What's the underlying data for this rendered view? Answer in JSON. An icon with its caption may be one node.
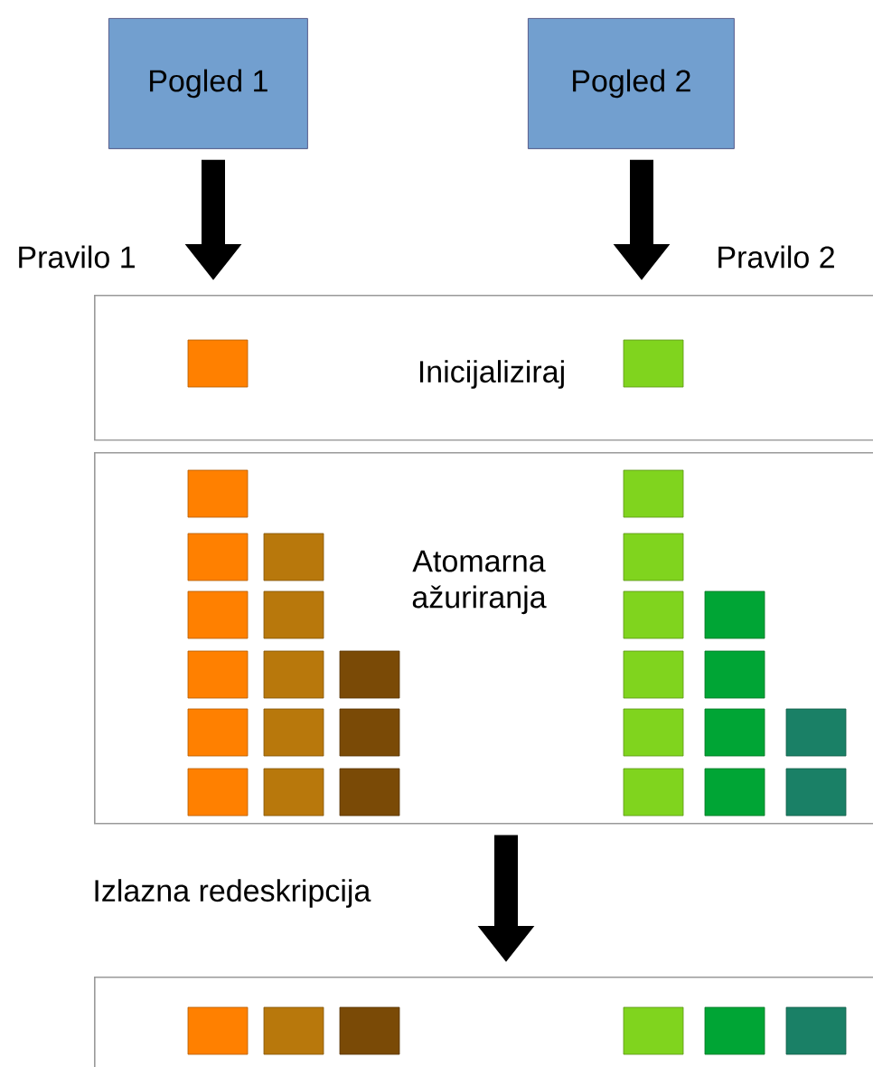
{
  "diagram": {
    "nodes": [
      {
        "text": [
          "Pogled 1"
        ]
      },
      {
        "text": [
          "Pogled 2"
        ]
      },
      {
        "text": [
          "Inicijaliziraj"
        ]
      },
      {
        "text": [
          "Atomarna ažuriranja"
        ]
      },
      {
        "text": [],
        "shape": "box"
      }
    ],
    "edges": [
      {
        "from": 0,
        "to": 2,
        "arrow": "to",
        "label": "Pravilo 1"
      },
      {
        "from": 1,
        "to": 2,
        "arrow": "to",
        "label": "Pravilo 2"
      },
      {
        "from": 3,
        "to": 4,
        "arrow": "to",
        "label": "Izlazna redeskripcija"
      }
    ]
  }
}
